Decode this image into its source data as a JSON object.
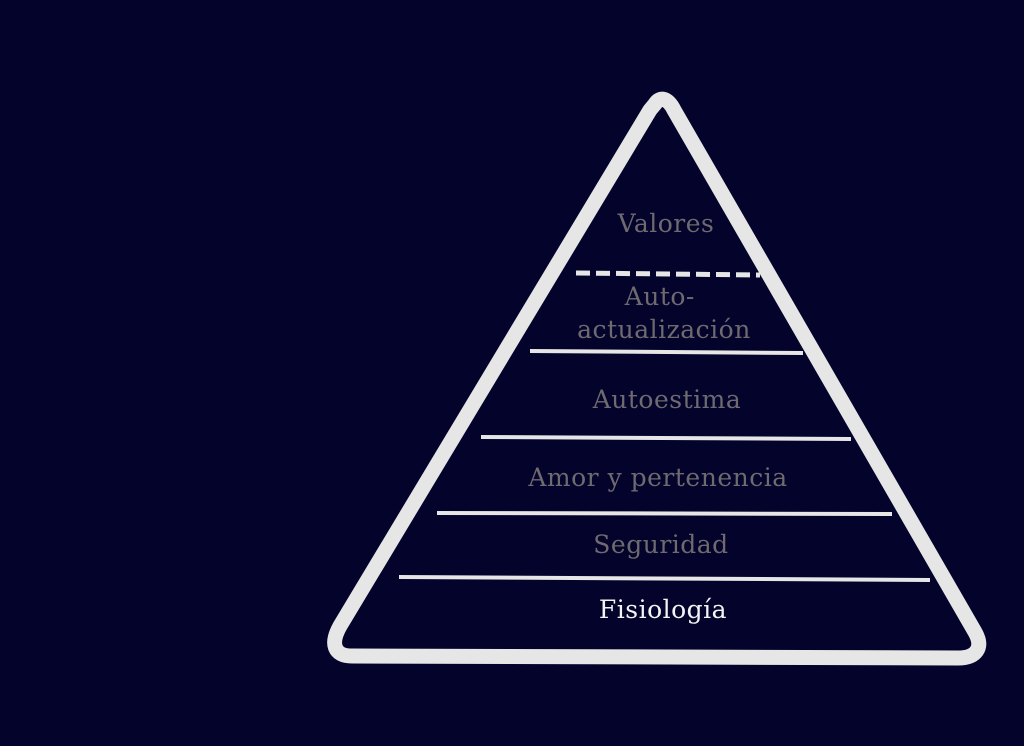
{
  "colors": {
    "background": "#03032b",
    "outline": "#e6e6e6",
    "label_muted": "#6e6a6f",
    "label_active": "#f4f4f4"
  },
  "pyramid": {
    "levels": [
      {
        "label_lines": [
          "Valores"
        ]
      },
      {
        "label_lines": [
          "Auto-",
          "actualización"
        ]
      },
      {
        "label_lines": [
          "Autoestima"
        ]
      },
      {
        "label_lines": [
          "Amor y pertenencia"
        ]
      },
      {
        "label_lines": [
          "Seguridad"
        ]
      },
      {
        "label_lines": [
          "Fisiología"
        ],
        "active": true
      }
    ]
  }
}
